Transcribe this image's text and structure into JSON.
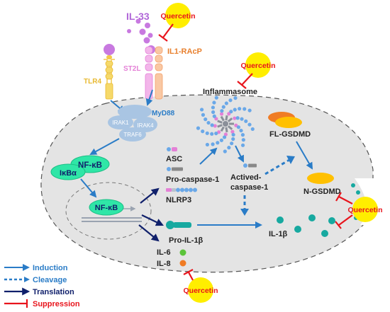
{
  "labels": {
    "quercetin": "Quercetin",
    "il33": "IL-33",
    "tlr4": "TLR4",
    "st2l": "ST2L",
    "il1racp": "IL1-RAcP",
    "myd88": "MyD88",
    "irak1": "IRAK1",
    "irak4": "IRAK4",
    "traf6": "TRAF6",
    "nfkb": "NF-κB",
    "ikba": "IκBα",
    "nfkb_nucleus": "NF-κB",
    "inflammasome": "Inflammasome",
    "asc": "ASC",
    "pro_caspase1": "Pro-caspase-1",
    "nlrp3": "NLRP3",
    "actived_line1": "Actived-",
    "actived_line2": "caspase-1",
    "fl_gsdmd": "FL-GSDMD",
    "n_gsdmd": "N-GSDMD",
    "pro_il1b": "Pro-IL-1β",
    "il1b": "IL-1β",
    "il6": "IL-6",
    "il8": "IL-8"
  },
  "legend": {
    "induction": "Induction",
    "cleavage": "Cleavage",
    "translation": "Translation",
    "suppression": "Suppression"
  },
  "colors": {
    "quercetin_fill": "#ffee00",
    "quercetin_text": "#e8141c",
    "suppression": "#e8141c",
    "induction": "#2a7cc7",
    "translation": "#10206b",
    "il33": "#c879e0",
    "tlr4": "#f2c94c",
    "st2l": "#e480d6",
    "il1racp": "#f4a06a",
    "nfkb": "#2fe6a7",
    "teal": "#17a9a0",
    "gsdmd": "#ffc000",
    "fl_gsdmd_orange": "#f07c24",
    "cell_fill": "#e4e4e4"
  }
}
